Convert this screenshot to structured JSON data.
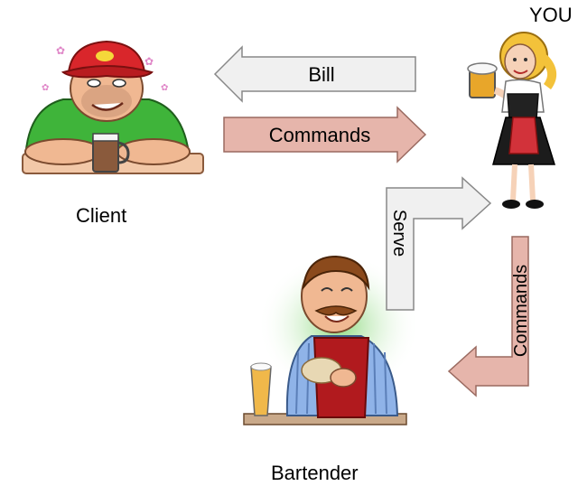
{
  "labels": {
    "you": "YOU",
    "client": "Client",
    "bartender": "Bartender"
  },
  "arrows": {
    "bill": "Bill",
    "commands_top": "Commands",
    "serve": "Serve",
    "commands_right": "Commands"
  },
  "colors": {
    "gray_arrow_fill": "#f0f0f0",
    "gray_arrow_stroke": "#888888",
    "pink_arrow_fill": "#e6b5ab",
    "pink_arrow_stroke": "#9a6a60",
    "text": "#000000"
  }
}
